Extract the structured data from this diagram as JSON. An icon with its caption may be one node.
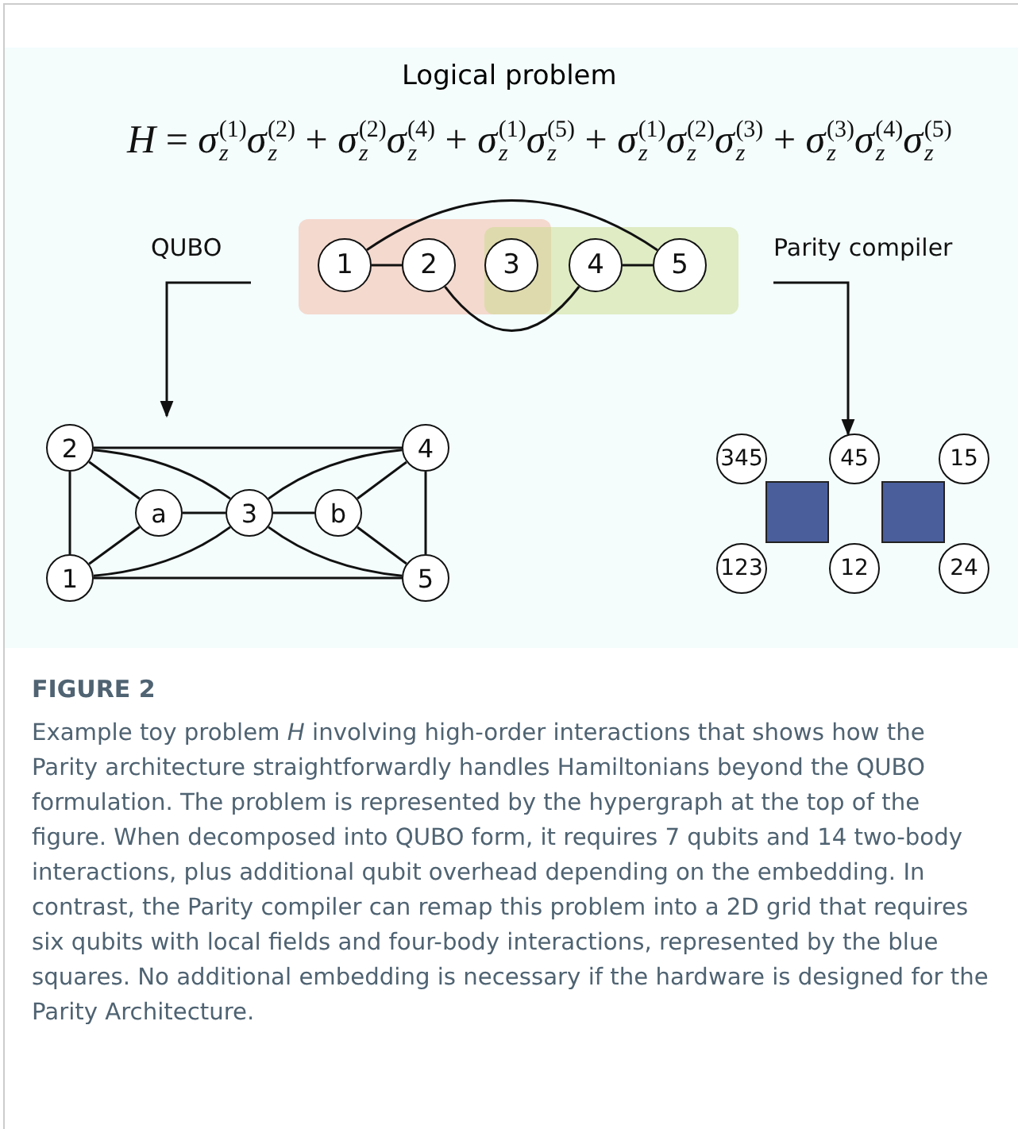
{
  "diagram": {
    "nodes": [
      {
        "text": [
          "1"
        ]
      },
      {
        "text": [
          "2"
        ]
      },
      {
        "text": [
          "3"
        ]
      },
      {
        "text": [
          "4"
        ]
      },
      {
        "text": [
          "5"
        ]
      },
      {
        "text": [
          "QUBO"
        ]
      },
      {
        "text": [
          "Parity compiler"
        ]
      },
      {
        "text": [
          "2"
        ]
      },
      {
        "text": [
          "4"
        ]
      },
      {
        "text": [
          "a"
        ]
      },
      {
        "text": [
          "3"
        ]
      },
      {
        "text": [
          "b"
        ]
      },
      {
        "text": [
          "1"
        ]
      },
      {
        "text": [
          "5"
        ]
      },
      {
        "text": [
          "345"
        ]
      },
      {
        "text": [
          "45"
        ]
      },
      {
        "text": [
          "15"
        ]
      },
      {
        "text": [
          "123"
        ]
      },
      {
        "text": [
          "12"
        ]
      },
      {
        "text": [
          "24"
        ]
      },
      {
        "text": [],
        "shape": "box"
      },
      {
        "text": [],
        "shape": "box"
      }
    ],
    "edges": [
      {
        "from": 0,
        "to": 1,
        "arrow": "none"
      },
      {
        "from": 3,
        "to": 4,
        "arrow": "none"
      },
      {
        "from": 0,
        "to": 4,
        "arrow": "none"
      },
      {
        "from": 1,
        "to": 3,
        "arrow": "none"
      },
      {
        "from": 7,
        "to": 8,
        "arrow": "none"
      },
      {
        "from": 7,
        "to": 12,
        "arrow": "none"
      },
      {
        "from": 8,
        "to": 13,
        "arrow": "none"
      },
      {
        "from": 12,
        "to": 13,
        "arrow": "none"
      },
      {
        "from": 7,
        "to": 9,
        "arrow": "none"
      },
      {
        "from": 12,
        "to": 9,
        "arrow": "none"
      },
      {
        "from": 9,
        "to": 10,
        "arrow": "none"
      },
      {
        "from": 7,
        "to": 10,
        "arrow": "none"
      },
      {
        "from": 12,
        "to": 10,
        "arrow": "none"
      },
      {
        "from": 10,
        "to": 11,
        "arrow": "none"
      },
      {
        "from": 10,
        "to": 8,
        "arrow": "none"
      },
      {
        "from": 10,
        "to": 13,
        "arrow": "none"
      },
      {
        "from": 11,
        "to": 8,
        "arrow": "none"
      },
      {
        "from": 11,
        "to": 13,
        "arrow": "none"
      },
      {
        "from": 5,
        "to": null,
        "arrow": "to"
      },
      {
        "from": 6,
        "to": 15,
        "arrow": "to"
      }
    ],
    "labels": [
      "Logical problem",
      "*H* = *σ*$_{z}$$^{(1)}$*σ*$_{z}$$^{(2)}$ + *σ*$_{z}$$^{(2)}$*σ*$_{z}$$^{(4)}$ + *σ*$_{z}$$^{(1)}$*σ*$_{z}$$^{(5)}$ + *σ*$_{z}$$^{(1)}$*σ*$_{z}$$^{(2)}$*σ*$_{z}$$^{(3)}$ + *σ*$_{z}$$^{(3)}$*σ*$_{z}$$^{(4)}$*σ*$_{z}$$^{(5)}$",
      "FIGURE 2"
    ],
    "caption": "Example toy problem *H* involving high-order interactions that shows how the Parity architecture straightforwardly handles Hamiltonians beyond the QUBO formulation. The problem is represented by the hypergraph at the top of the figure. When decomposed into QUBO form, it requires 7 qubits and 14 two-body interactions, plus additional qubit overhead depending on the embedding. In contrast, the Parity compiler can remap this problem into a 2D grid that requires six qubits with local fields and four-body interactions, represented by the blue squares. No additional embedding is necessary if the hardware is designed for the Parity Architecture."
  }
}
